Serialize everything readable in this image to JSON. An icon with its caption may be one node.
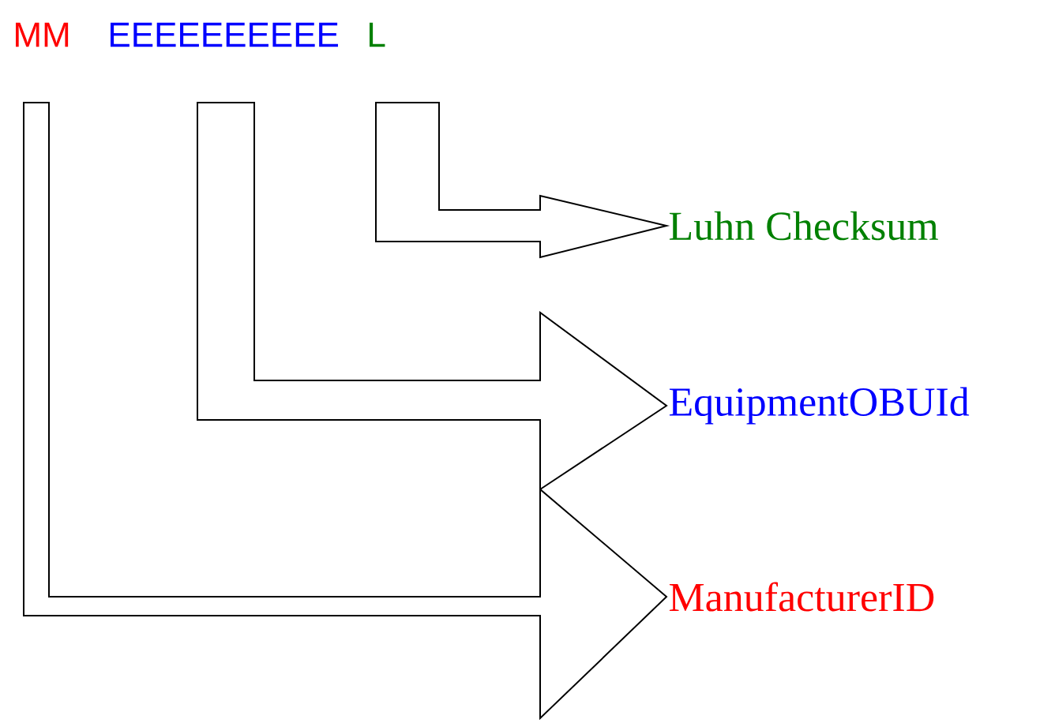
{
  "diagram": {
    "nodes": [
      {
        "text": [
          "MM"
        ]
      },
      {
        "text": [
          "EEEEEEEEEE"
        ]
      },
      {
        "text": [
          "L"
        ]
      },
      {
        "text": [
          "Luhn Checksum"
        ]
      },
      {
        "text": [
          "EquipmentOBUId"
        ]
      },
      {
        "text": [
          "ManufacturerID"
        ]
      }
    ],
    "edges": [
      {
        "from": 2,
        "to": 3,
        "arrow": "to"
      },
      {
        "from": 1,
        "to": 4,
        "arrow": "to"
      },
      {
        "from": 0,
        "to": 5,
        "arrow": "to"
      }
    ]
  }
}
